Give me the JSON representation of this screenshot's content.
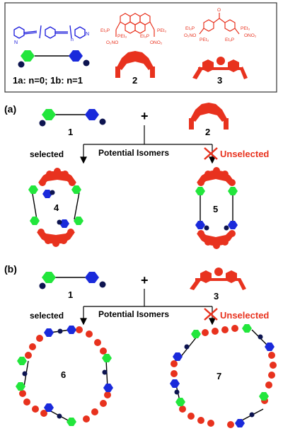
{
  "colors": {
    "ligand": "#1a1adb",
    "acceptor": "#e8321e",
    "green_end": "#22e63c",
    "blue_end": "#1a2adb",
    "navy_dot": "#0d1450",
    "ink": "#000000"
  },
  "header": {
    "label_1": "1a: n=0; 1b: n=1",
    "label_2": "2",
    "label_3": "3",
    "chem_n_left": "N",
    "chem_n_sub": "n",
    "chem_n_right": "N",
    "pet3": "PEt₃",
    "et3p": "Et₃P",
    "ono2": "ONO₂",
    "o2no": "O₂NO"
  },
  "panel_a": {
    "tag": "(a)",
    "reactant_1": "1",
    "plus": "+",
    "reactant_2": "2",
    "selected": "selected",
    "potential": "Potential Isomers",
    "unselected": "Unselected",
    "product_selected": "4",
    "product_unselected": "5"
  },
  "panel_b": {
    "tag": "(b)",
    "reactant_1": "1",
    "plus": "+",
    "reactant_3": "3",
    "selected": "selected",
    "potential": "Potential Isomers",
    "unselected": "Unselected",
    "product_selected": "6",
    "product_unselected": "7"
  }
}
